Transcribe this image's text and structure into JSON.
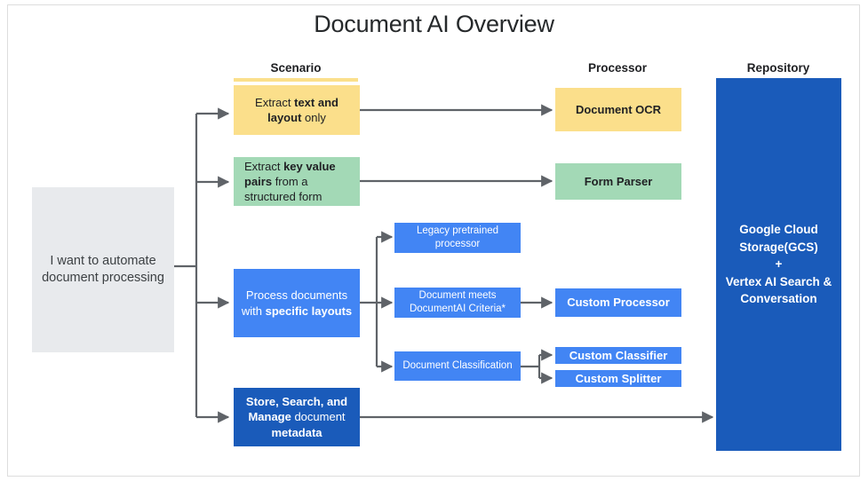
{
  "title": "Document AI Overview",
  "columns": [
    {
      "label": "Scenario",
      "accent": "#fbdf8b"
    },
    {
      "label": "Processor",
      "accent": ""
    },
    {
      "label": "Repository",
      "accent": "#1a5bba"
    }
  ],
  "source": {
    "label": "I want to automate document processing",
    "color": "#e8eaed"
  },
  "scenarios": [
    {
      "pre": "Extract ",
      "strong": "text and layout",
      "post": " only",
      "color": "#fbdf8b"
    },
    {
      "pre": "Extract ",
      "strong": "key value pairs",
      "post": " from a structured form",
      "color": "#a3d9b6"
    },
    {
      "pre": "Process documents with ",
      "strong": "specific layouts",
      "post": "",
      "color": "#4285f4"
    },
    {
      "pre": "",
      "strong": "Store, Search, and Manage",
      "mid": " document ",
      "post": "metadata",
      "color": "#1a5bba"
    }
  ],
  "middle": [
    {
      "label": "Legacy pretrained processor",
      "color": "#4285f4"
    },
    {
      "label": "Document meets DocumentAI Criteria*",
      "color": "#4285f4"
    },
    {
      "label": "Document Classification",
      "color": "#4285f4"
    }
  ],
  "processors": [
    {
      "label": "Document OCR",
      "color": "#fbdf8b"
    },
    {
      "label": "Form Parser",
      "color": "#a3d9b6"
    },
    {
      "label": "Custom Processor",
      "color": "#4285f4"
    },
    {
      "label": "Custom Classifier",
      "color": "#4285f4"
    },
    {
      "label": "Custom Splitter",
      "color": "#4285f4"
    }
  ],
  "repository": {
    "line1": "Google Cloud",
    "line2": "Storage(GCS)",
    "plus": "+",
    "line3": "Vertex AI Search &",
    "line4": "Conversation",
    "color": "#1a5bba"
  },
  "colors": {
    "connector": "#5f6368",
    "frame_border": "#dddddd",
    "title_text": "#26292b"
  }
}
